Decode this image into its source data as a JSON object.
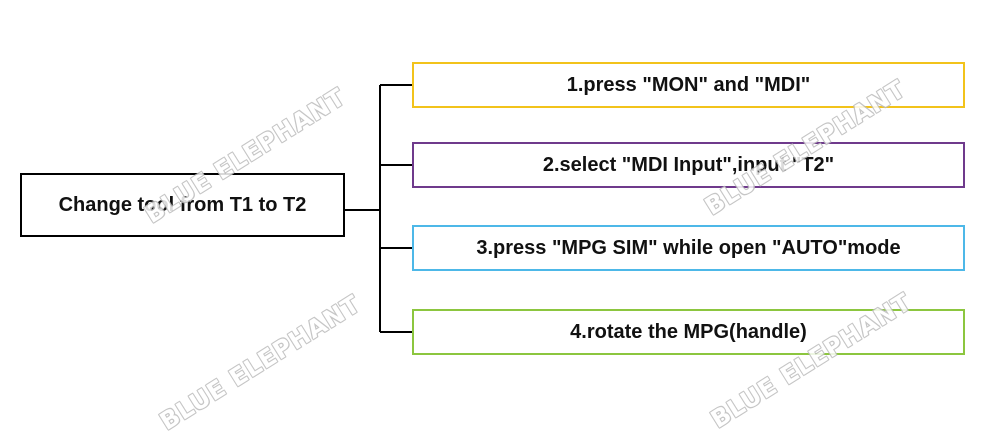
{
  "diagram": {
    "root": {
      "label": "Change tool from T1 to T2"
    },
    "steps": [
      {
        "label": "1.press \"MON\" and \"MDI\"",
        "border_color": "#f2c31b"
      },
      {
        "label": "2.select \"MDI Input\",input \"T2\"",
        "border_color": "#6f3a8c"
      },
      {
        "label": "3.press \"MPG SIM\" while open \"AUTO\"mode",
        "border_color": "#4db8e8"
      },
      {
        "label": "4.rotate the MPG(handle)",
        "border_color": "#8cc63f"
      }
    ],
    "connector_color": "#000000"
  },
  "watermark": {
    "text": "BLUE ELEPHANT"
  }
}
